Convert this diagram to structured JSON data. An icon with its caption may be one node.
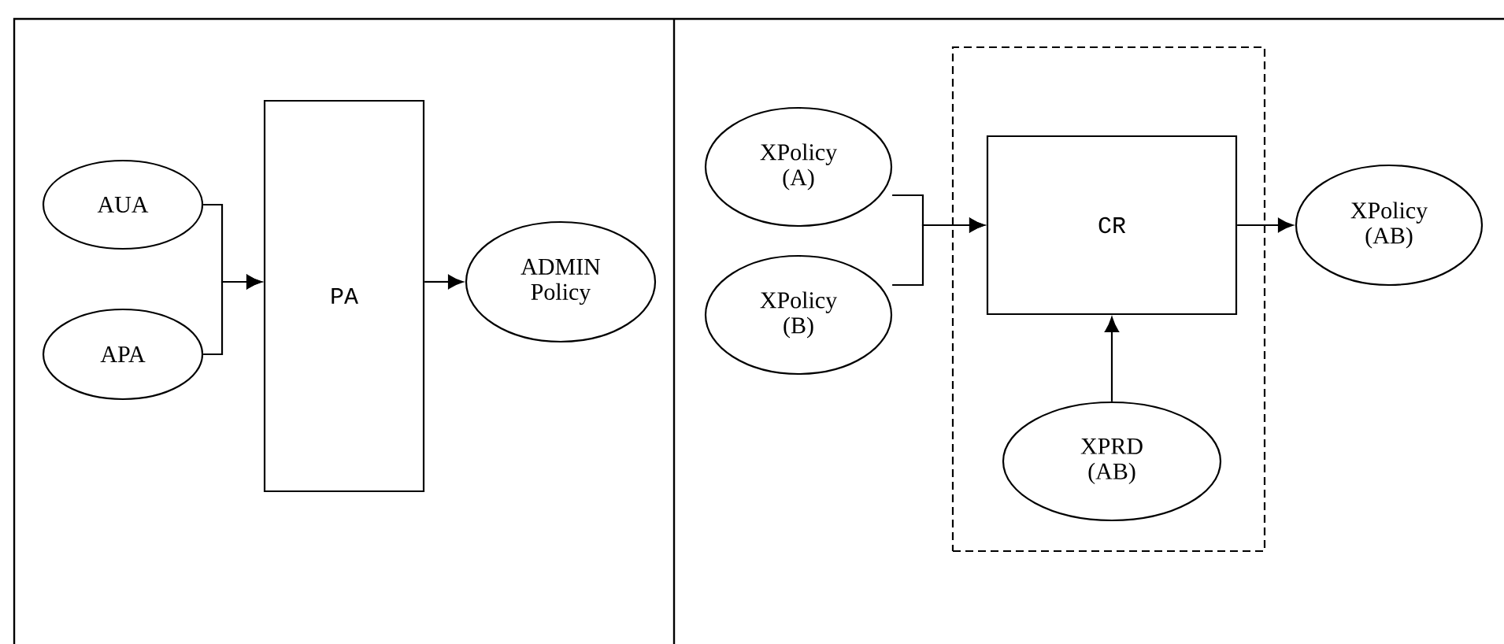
{
  "diagram": {
    "nodes": [
      {
        "text": [
          "AUA"
        ]
      },
      {
        "text": [
          "APA"
        ]
      },
      {
        "text": [
          "PA"
        ]
      },
      {
        "text": [
          "ADMIN Policy"
        ]
      },
      {
        "text": [
          "XPolicy (A)"
        ]
      },
      {
        "text": [
          "XPolicy (B)"
        ]
      },
      {
        "text": [],
        "shape": "box"
      },
      {
        "text": [
          "CR"
        ],
        "in": 6
      },
      {
        "text": [
          "XPRD (AB)"
        ],
        "in": 6
      },
      {
        "text": [
          "XPolicy (AB)"
        ]
      }
    ],
    "edges": [
      {
        "from": 0,
        "to": 2,
        "arrow": "to"
      },
      {
        "from": 1,
        "to": 2,
        "arrow": "to"
      },
      {
        "from": 2,
        "to": 3,
        "arrow": "to"
      },
      {
        "from": 4,
        "to": 7,
        "arrow": "to"
      },
      {
        "from": 5,
        "to": 7,
        "arrow": "to"
      },
      {
        "from": 8,
        "to": 7,
        "arrow": "to"
      },
      {
        "from": 7,
        "to": 9,
        "arrow": "to"
      }
    ]
  }
}
